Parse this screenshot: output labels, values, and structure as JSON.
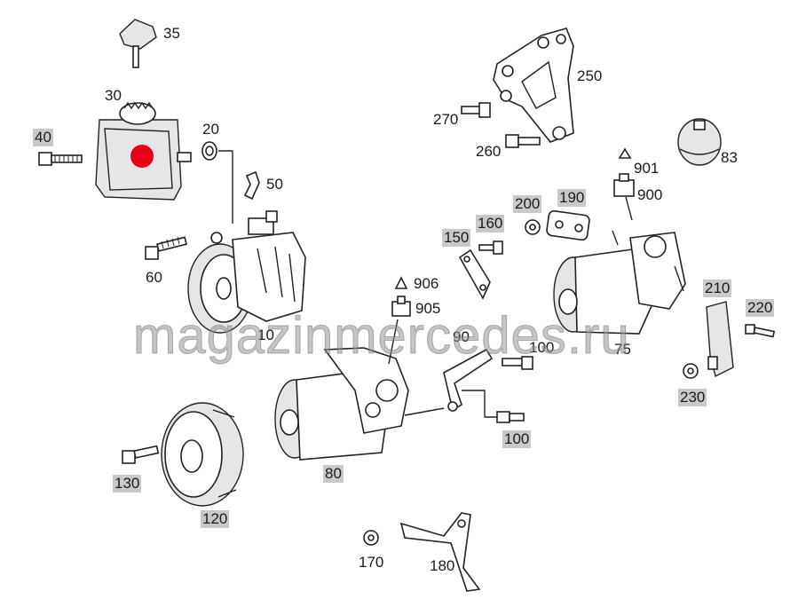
{
  "labels": {
    "l35": "35",
    "l250": "250",
    "l30": "30",
    "l270": "270",
    "l20": "20",
    "l40": "40",
    "l260": "260",
    "l83": "83",
    "l50": "50",
    "l901": "901",
    "l900": "900",
    "l200": "200",
    "l190": "190",
    "l160": "160",
    "l150": "150",
    "l60": "60",
    "l906": "906",
    "l905": "905",
    "l210": "210",
    "l220": "220",
    "l10": "10",
    "l90": "90",
    "l100a": "100",
    "l75": "75",
    "l230": "230",
    "l100b": "100",
    "l80": "80",
    "l130": "130",
    "l120": "120",
    "l170": "170",
    "l180": "180"
  },
  "watermark": "magazinmercedes.ru",
  "colors": {
    "highlight": "#c9c9c9",
    "marker": "#e8001c",
    "line": "#222222"
  }
}
